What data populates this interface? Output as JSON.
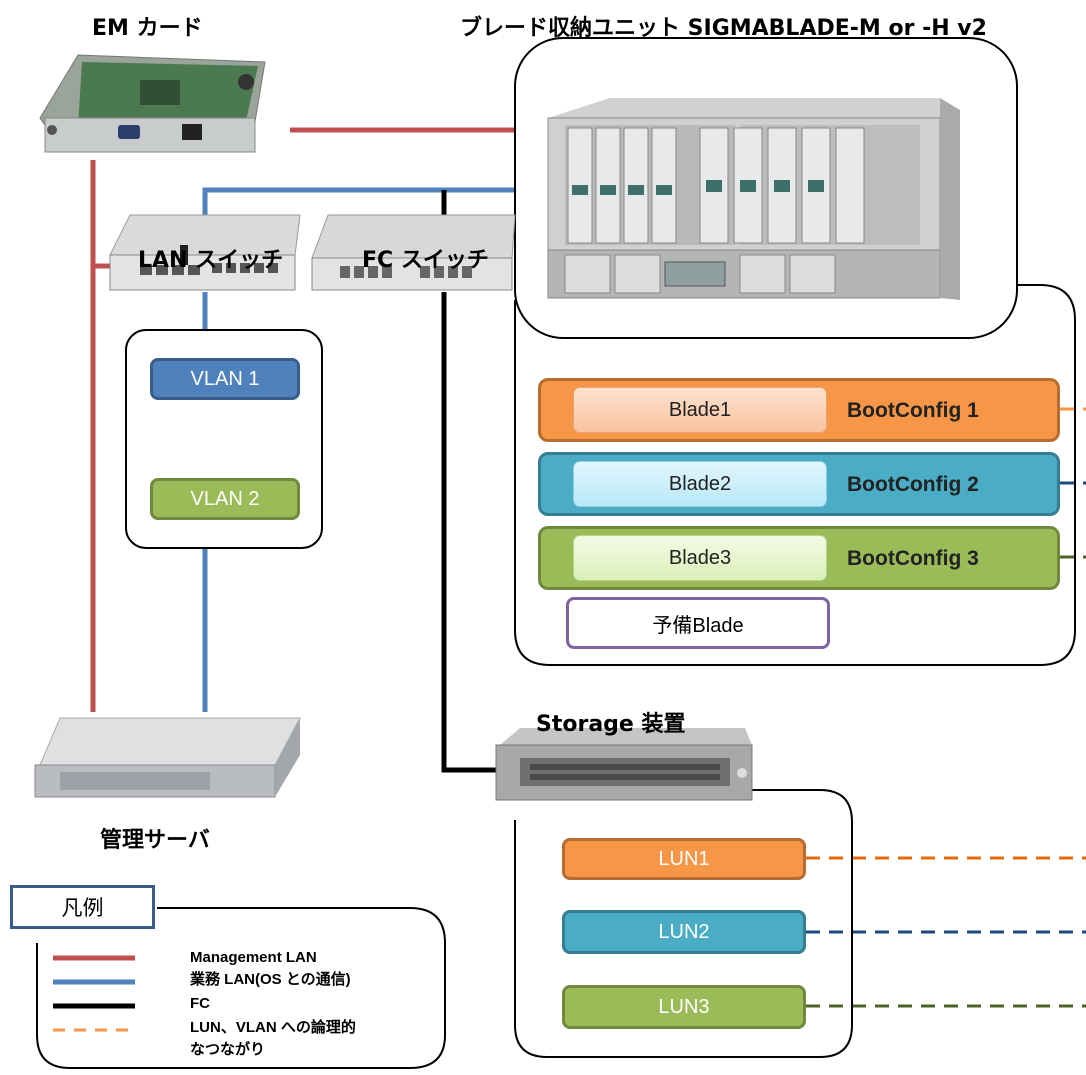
{
  "titles": {
    "em_card": "EM カード",
    "enclosure": "ブレード収納ユニット SIGMABLADE-M or -H v2",
    "lan_switch": "LAN スイッチ",
    "fc_switch": "FC スイッチ",
    "storage": "Storage 装置",
    "mgmt_server": "管理サーバ"
  },
  "vlans": [
    "VLAN 1",
    "VLAN 2"
  ],
  "blades": [
    {
      "name": "Blade1",
      "boot": "BootConfig 1"
    },
    {
      "name": "Blade2",
      "boot": "BootConfig 2"
    },
    {
      "name": "Blade3",
      "boot": "BootConfig 3"
    }
  ],
  "spare_blade": "予備Blade",
  "luns": [
    "LUN1",
    "LUN2",
    "LUN3"
  ],
  "legend": {
    "title": "凡例",
    "items": [
      {
        "label": "Management LAN",
        "style": "solid",
        "color": "#c0504d"
      },
      {
        "label": "業務 LAN(OS との通信)",
        "style": "solid",
        "color": "#4f81bd"
      },
      {
        "label": "FC",
        "style": "solid",
        "color": "#000000"
      },
      {
        "label": "LUN、VLAN への論理的",
        "style": "dashed",
        "color": "#f79646"
      }
    ],
    "continuation": "なつながり"
  },
  "colors": {
    "management_lan": "#c0504d",
    "business_lan": "#4f81bd",
    "fc": "#000000",
    "orange": "#f79646",
    "teal": "#4bacc6",
    "green": "#9bbb59",
    "purple": "#8064a2",
    "vlan1": "#4f81bd"
  },
  "icons": [
    "em-card-image",
    "lan-switch-image",
    "fc-switch-image",
    "blade-enclosure-image",
    "storage-image",
    "server-image"
  ]
}
